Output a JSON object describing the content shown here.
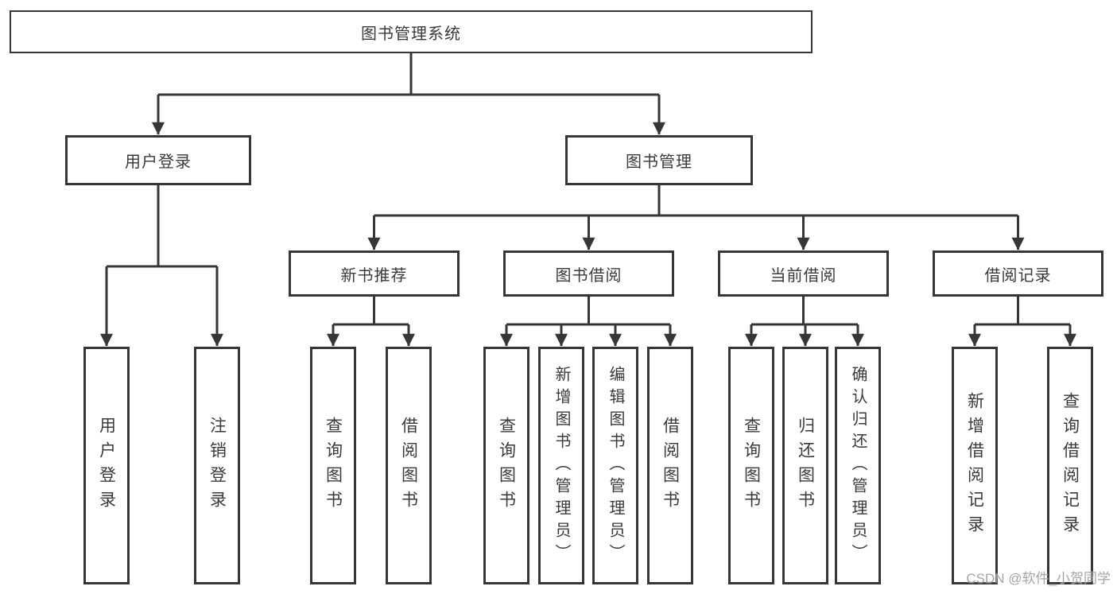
{
  "diagram": {
    "root": {
      "label": "图书管理系统"
    },
    "level2": [
      {
        "label": "用户登录"
      },
      {
        "label": "图书管理"
      }
    ],
    "level3": [
      {
        "label": "新书推荐"
      },
      {
        "label": "图书借阅"
      },
      {
        "label": "当前借阅"
      },
      {
        "label": "借阅记录"
      }
    ],
    "leaves": {
      "user_login": [
        {
          "label": "用户登录"
        },
        {
          "label": "注销登录"
        }
      ],
      "new_book": [
        {
          "label": "查询图书"
        },
        {
          "label": "借阅图书"
        }
      ],
      "book_borrow": [
        {
          "label": "查询图书"
        },
        {
          "label": "新增图书（管理员）"
        },
        {
          "label": "编辑图书（管理员）"
        },
        {
          "label": "借阅图书"
        }
      ],
      "current_borrow": [
        {
          "label": "查询图书"
        },
        {
          "label": "归还图书"
        },
        {
          "label": "确认归还（管理员）"
        }
      ],
      "borrow_records": [
        {
          "label": "新增借阅记录"
        },
        {
          "label": "查询借阅记录"
        }
      ]
    }
  },
  "watermark": {
    "text": "CSDN @软件_小贺同学"
  },
  "colors": {
    "line": "#363636",
    "text": "#3a3a3a",
    "watermark": "#9b9b9b",
    "background": "#ffffff"
  }
}
